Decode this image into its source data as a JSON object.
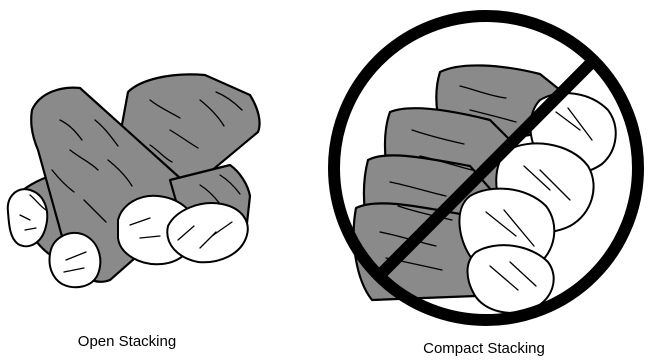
{
  "panels": [
    {
      "caption": "Open Stacking"
    },
    {
      "caption": "Compact Stacking"
    }
  ],
  "colors": {
    "bark": "#8a8a8a",
    "cut_end": "#ffffff",
    "outline": "#000000",
    "prohibition": "#000000"
  },
  "icons": {
    "open": "stacked-logs-open",
    "compact": "stacked-logs-compact",
    "prohibition": "prohibition-sign"
  }
}
